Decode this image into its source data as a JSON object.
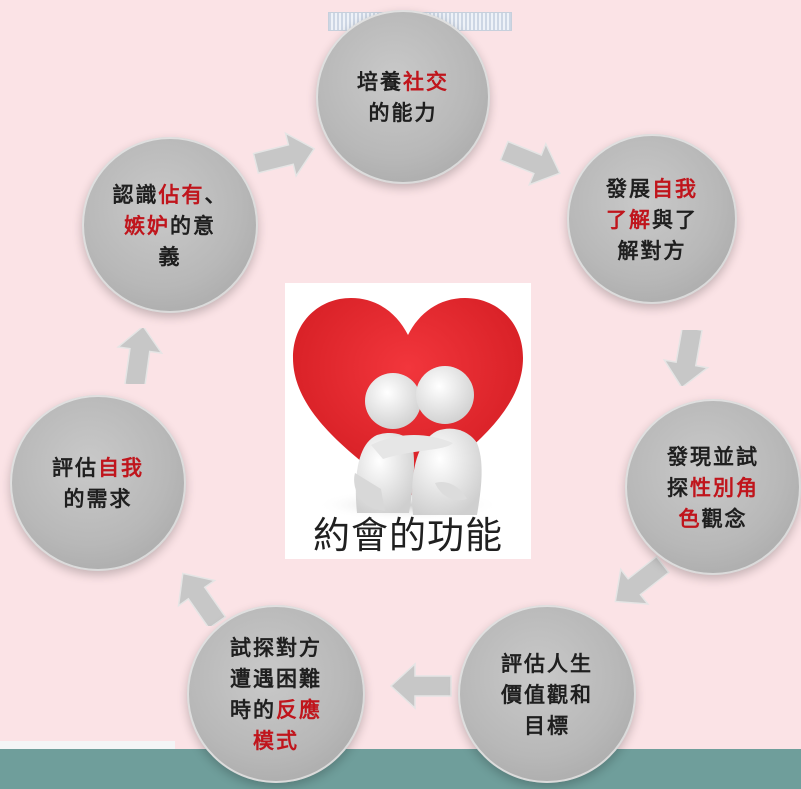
{
  "diagram": {
    "center_title": "約會的功能",
    "nodes": [
      {
        "id": "social",
        "lines": [
          [
            {
              "t": "培養"
            },
            {
              "t": "社交",
              "red": true
            }
          ],
          [
            {
              "t": "的能力"
            }
          ]
        ]
      },
      {
        "id": "self-understanding",
        "lines": [
          [
            {
              "t": "發展"
            },
            {
              "t": "自我",
              "red": true
            }
          ],
          [
            {
              "t": "了解",
              "red": true
            },
            {
              "t": "與了"
            }
          ],
          [
            {
              "t": "解對方"
            }
          ]
        ]
      },
      {
        "id": "gender-role",
        "lines": [
          [
            {
              "t": "發現並試"
            }
          ],
          [
            {
              "t": "探"
            },
            {
              "t": "性別角",
              "red": true
            }
          ],
          [
            {
              "t": "色",
              "red": true
            },
            {
              "t": "觀念"
            }
          ]
        ]
      },
      {
        "id": "life-values",
        "lines": [
          [
            {
              "t": "評估人生"
            }
          ],
          [
            {
              "t": "價值觀和"
            }
          ],
          [
            {
              "t": "目標"
            }
          ]
        ]
      },
      {
        "id": "difficulty-response",
        "lines": [
          [
            {
              "t": "試探對方"
            }
          ],
          [
            {
              "t": "遭遇困難"
            }
          ],
          [
            {
              "t": "時的"
            },
            {
              "t": "反應",
              "red": true
            }
          ],
          [
            {
              "t": "模式",
              "red": true
            }
          ]
        ]
      },
      {
        "id": "self-needs",
        "lines": [
          [
            {
              "t": "評估"
            },
            {
              "t": "自我",
              "red": true
            }
          ],
          [
            {
              "t": "的需求"
            }
          ]
        ]
      },
      {
        "id": "possession-jealousy",
        "lines": [
          [
            {
              "t": "認識"
            },
            {
              "t": "佔有",
              "red": true
            },
            {
              "t": "、"
            }
          ],
          [
            {
              "t": "嫉妒",
              "red": true
            },
            {
              "t": "的意"
            }
          ],
          [
            {
              "t": "義"
            }
          ]
        ]
      }
    ]
  },
  "colors": {
    "background": "#fbe3e6",
    "circle": "#b8b8b8",
    "highlight_text": "#c0151c",
    "bottom_bar": "#6f9e9b",
    "heart": "#e8242b"
  },
  "icons": [
    "arrow-icon",
    "heart-icon",
    "embracing-figures-icon"
  ]
}
